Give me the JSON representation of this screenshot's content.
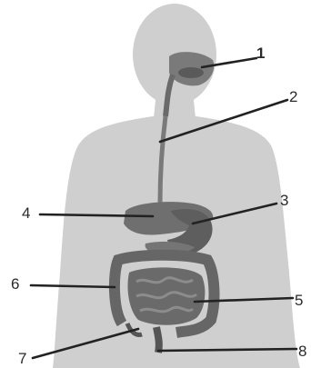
{
  "diagram": {
    "labels": [
      {
        "id": "1",
        "text": "1"
      },
      {
        "id": "2",
        "text": "2"
      },
      {
        "id": "3",
        "text": "3"
      },
      {
        "id": "4",
        "text": "4"
      },
      {
        "id": "5",
        "text": "5"
      },
      {
        "id": "6",
        "text": "6"
      },
      {
        "id": "7",
        "text": "7"
      },
      {
        "id": "8",
        "text": "8"
      }
    ],
    "colors": {
      "body_silhouette": "#cfcfcf",
      "organs": "#6e6e6e",
      "leader_lines": "#222222",
      "label_text": "#2a2a2a",
      "background": "#ffffff"
    }
  }
}
